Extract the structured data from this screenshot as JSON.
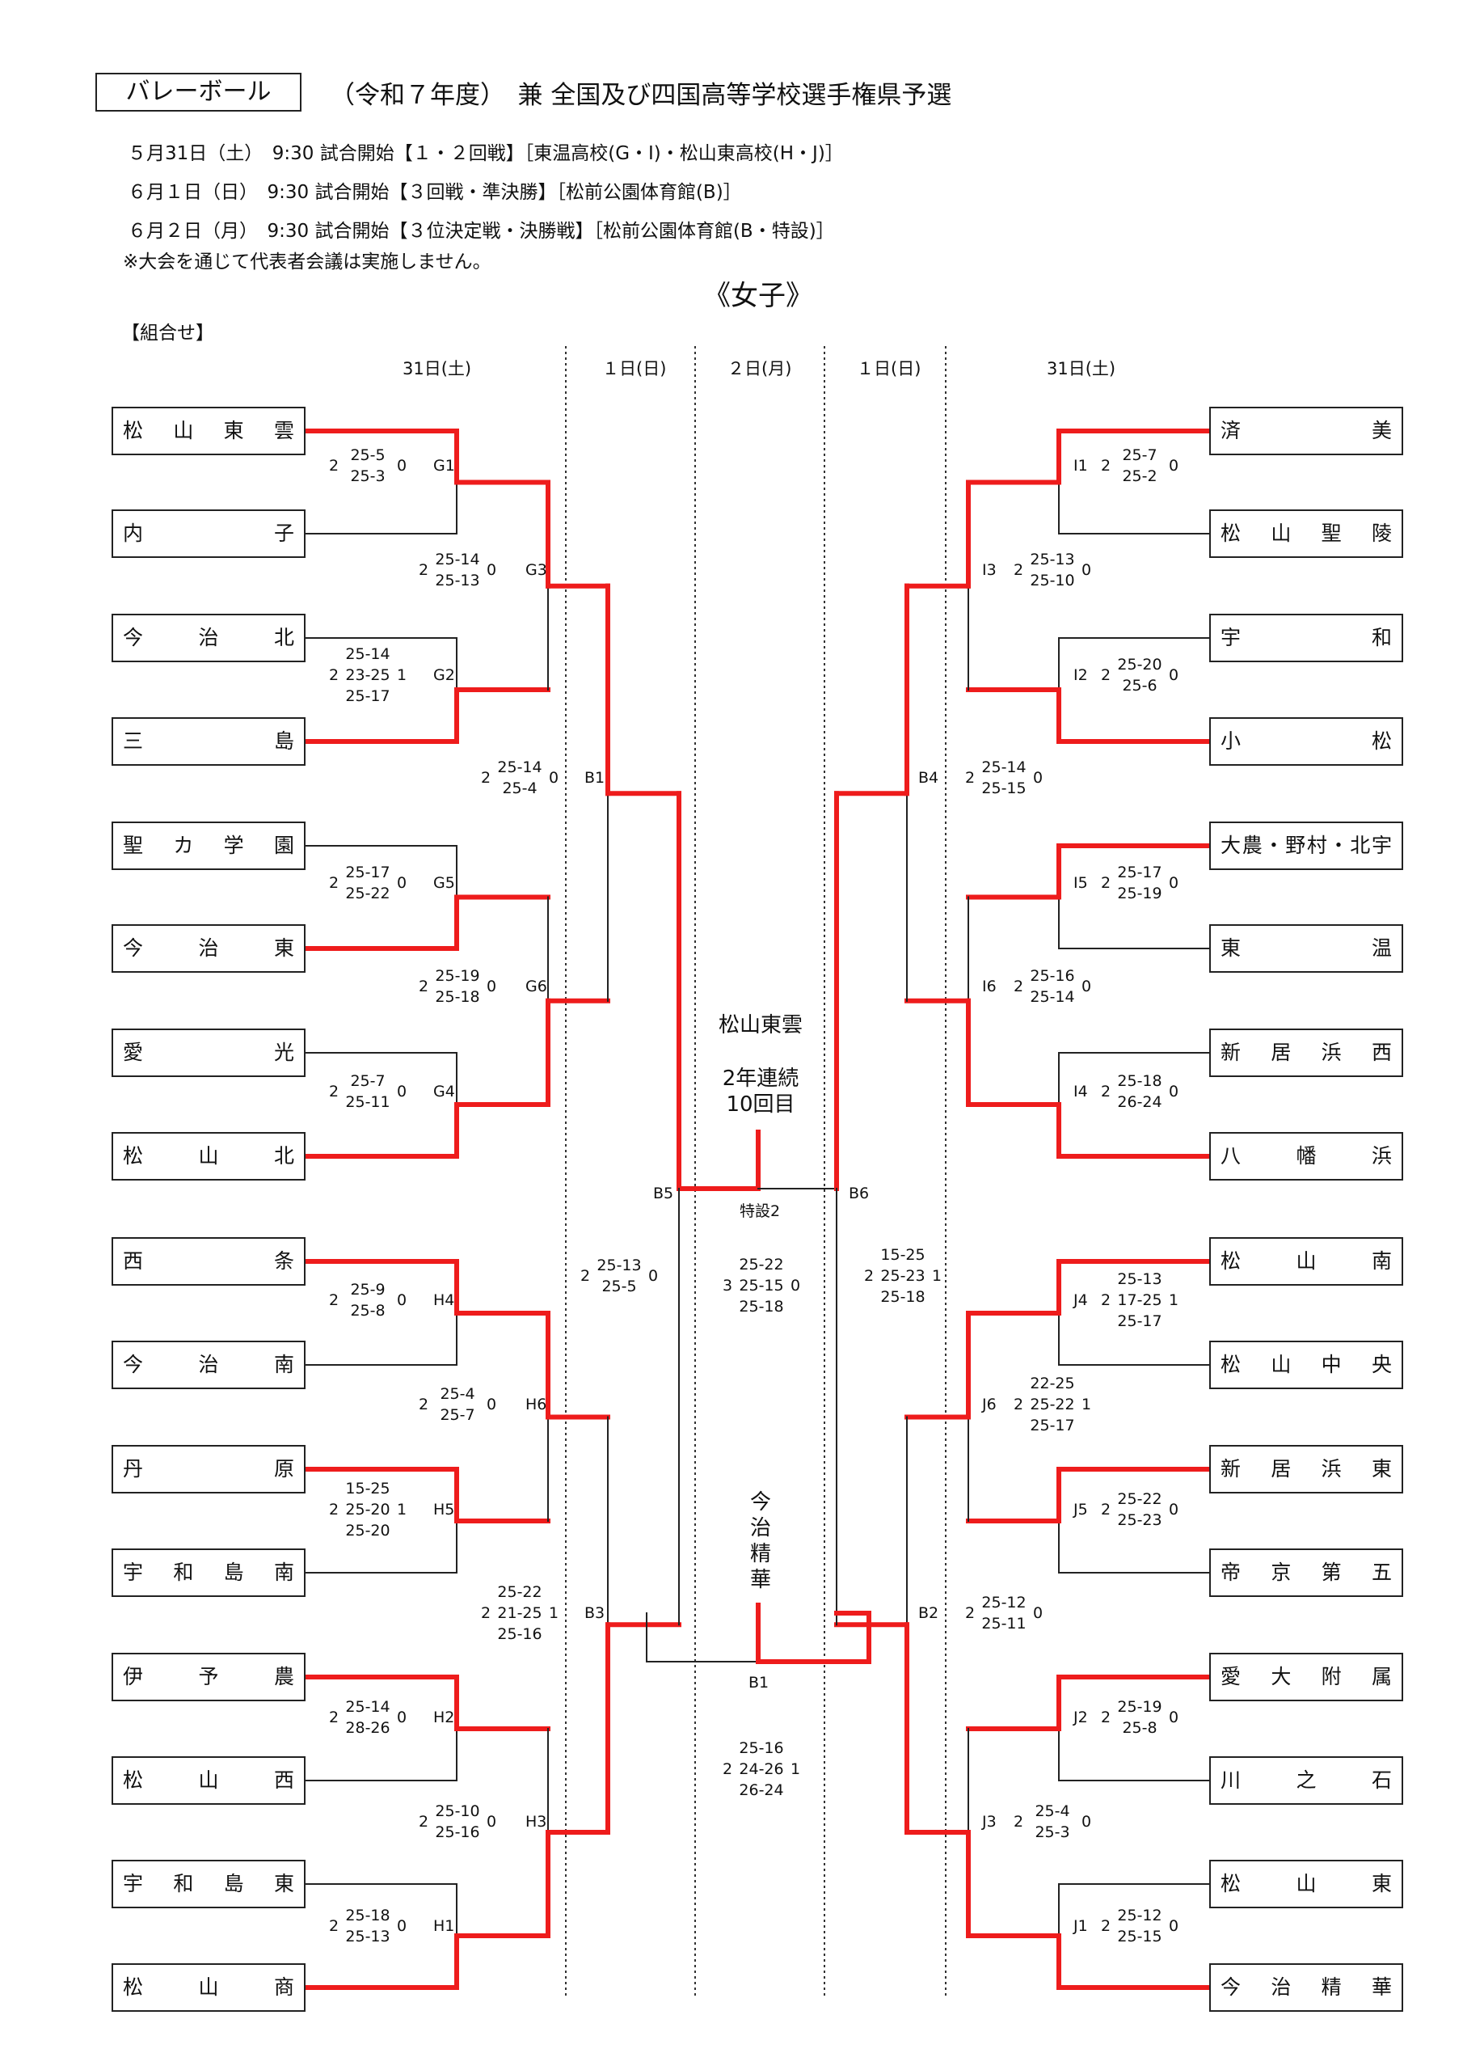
{
  "header": {
    "sport": "バレーボール",
    "title": "（令和７年度）　兼 全国及び四国高等学校選手権県予選",
    "schedule": [
      "５月31日（土）　9:30 試合開始【１・２回戦】［東温高校(G・I)・松山東高校(H・J)］",
      "６月１日（日）　9:30 試合開始【３回戦・準決勝】［松前公園体育館(B)］",
      "６月２日（月）　9:30 試合開始【３位決定戦・決勝戦】［松前公園体育館(B・特設)］"
    ],
    "note": "※大会を通じて代表者会議は実施しません。",
    "division": "《女子》",
    "combo_label": "【組合せ】"
  },
  "days": [
    "31日(土)",
    "１日(日)",
    "２日(月)",
    "１日(日)",
    "31日(土)"
  ],
  "teams_left": [
    "松　山　東　雲",
    "内　　　　　子",
    "今　治　北",
    "三　　　　　島",
    "聖　カ　学　園",
    "今　治　東",
    "愛　　　　　光",
    "松　山　北",
    "西　　　　　条",
    "今　治　南",
    "丹　　　　　原",
    "宇　和　島　南",
    "伊　予　農",
    "松　山　西",
    "宇　和　島　東",
    "松　山　商"
  ],
  "teams_right": [
    "済　　　　　美",
    "松　山　聖　陵",
    "宇　　　　　和",
    "小　　　　　松",
    "大農・野村・北宇",
    "東　　　　　温",
    "新　居　浜　西",
    "八　幡　浜",
    "松　山　南",
    "松　山　中　央",
    "新　居　浜　東",
    "帝　京　第　五",
    "愛　大　附　属",
    "川　之　石",
    "松　山　東",
    "今　治　精　華"
  ],
  "matches": {
    "G1": {
      "label": "G1",
      "winner_sets": "2",
      "loser_sets": "0",
      "sets": [
        "25-5",
        "25-3"
      ]
    },
    "G2": {
      "label": "G2",
      "winner_sets": "2",
      "loser_sets": "1",
      "sets": [
        "25-14",
        "23-25",
        "25-17"
      ]
    },
    "G5": {
      "label": "G5",
      "winner_sets": "2",
      "loser_sets": "0",
      "sets": [
        "25-17",
        "25-22"
      ]
    },
    "G4": {
      "label": "G4",
      "winner_sets": "2",
      "loser_sets": "0",
      "sets": [
        "25-7",
        "25-11"
      ]
    },
    "H4": {
      "label": "H4",
      "winner_sets": "2",
      "loser_sets": "0",
      "sets": [
        "25-9",
        "25-8"
      ]
    },
    "H5": {
      "label": "H5",
      "winner_sets": "2",
      "loser_sets": "1",
      "sets": [
        "15-25",
        "25-20",
        "25-20"
      ]
    },
    "H2": {
      "label": "H2",
      "winner_sets": "2",
      "loser_sets": "0",
      "sets": [
        "25-14",
        "28-26"
      ]
    },
    "H1": {
      "label": "H1",
      "winner_sets": "2",
      "loser_sets": "0",
      "sets": [
        "25-18",
        "25-13"
      ]
    },
    "G3": {
      "label": "G3",
      "winner_sets": "2",
      "loser_sets": "0",
      "sets": [
        "25-14",
        "25-13"
      ]
    },
    "G6": {
      "label": "G6",
      "winner_sets": "2",
      "loser_sets": "0",
      "sets": [
        "25-19",
        "25-18"
      ]
    },
    "H6": {
      "label": "H6",
      "winner_sets": "2",
      "loser_sets": "0",
      "sets": [
        "25-4",
        "25-7"
      ]
    },
    "H3": {
      "label": "H3",
      "winner_sets": "2",
      "loser_sets": "0",
      "sets": [
        "25-10",
        "25-16"
      ]
    },
    "B1L": {
      "label": "B1",
      "winner_sets": "2",
      "loser_sets": "0",
      "sets": [
        "25-14",
        "25-4"
      ]
    },
    "B3": {
      "label": "B3",
      "winner_sets": "2",
      "loser_sets": "1",
      "sets": [
        "25-22",
        "21-25",
        "25-16"
      ]
    },
    "B5": {
      "label": "B5",
      "winner_sets": "2",
      "loser_sets": "0",
      "sets": [
        "25-13",
        "25-5"
      ]
    },
    "I1": {
      "label": "I1",
      "winner_sets": "2",
      "loser_sets": "0",
      "sets": [
        "25-7",
        "25-2"
      ]
    },
    "I2": {
      "label": "I2",
      "winner_sets": "2",
      "loser_sets": "0",
      "sets": [
        "25-20",
        "25-6"
      ]
    },
    "I5": {
      "label": "I5",
      "winner_sets": "2",
      "loser_sets": "0",
      "sets": [
        "25-17",
        "25-19"
      ]
    },
    "I4": {
      "label": "I4",
      "winner_sets": "2",
      "loser_sets": "0",
      "sets": [
        "25-18",
        "26-24"
      ]
    },
    "J4": {
      "label": "J4",
      "winner_sets": "2",
      "loser_sets": "1",
      "sets": [
        "25-13",
        "17-25",
        "25-17"
      ]
    },
    "J5": {
      "label": "J5",
      "winner_sets": "2",
      "loser_sets": "0",
      "sets": [
        "25-22",
        "25-23"
      ]
    },
    "J2": {
      "label": "J2",
      "winner_sets": "2",
      "loser_sets": "0",
      "sets": [
        "25-19",
        "25-8"
      ]
    },
    "J1": {
      "label": "J1",
      "winner_sets": "2",
      "loser_sets": "0",
      "sets": [
        "25-12",
        "25-15"
      ]
    },
    "I3": {
      "label": "I3",
      "winner_sets": "2",
      "loser_sets": "0",
      "sets": [
        "25-13",
        "25-10"
      ]
    },
    "I6": {
      "label": "I6",
      "winner_sets": "2",
      "loser_sets": "0",
      "sets": [
        "25-16",
        "25-14"
      ]
    },
    "J6": {
      "label": "J6",
      "winner_sets": "2",
      "loser_sets": "1",
      "sets": [
        "22-25",
        "25-22",
        "25-17"
      ]
    },
    "J3": {
      "label": "J3",
      "winner_sets": "2",
      "loser_sets": "0",
      "sets": [
        "25-4",
        "25-3"
      ]
    },
    "B4": {
      "label": "B4",
      "winner_sets": "2",
      "loser_sets": "0",
      "sets": [
        "25-14",
        "25-15"
      ]
    },
    "B2": {
      "label": "B2",
      "winner_sets": "2",
      "loser_sets": "0",
      "sets": [
        "25-12",
        "25-11"
      ]
    },
    "B6": {
      "label": "B6",
      "winner_sets": "2",
      "loser_sets": "1",
      "sets": [
        "15-25",
        "25-23",
        "25-18"
      ]
    },
    "FINAL": {
      "label": "特設2",
      "left_sets": "3",
      "right_sets": "0",
      "sets": [
        "25-22",
        "25-15",
        "25-18"
      ]
    },
    "THIRD": {
      "label": "B1",
      "left_sets": "2",
      "right_sets": "1",
      "sets": [
        "25-16",
        "24-26",
        "26-24"
      ]
    }
  },
  "B5_label": "B5",
  "B6_label": "B6",
  "champion": {
    "name": "松山東雲",
    "streak": "2年連続",
    "count": "10回目"
  },
  "third_place": {
    "name": "今治精華"
  },
  "colors": {
    "win": "#ee1c1c",
    "line": "#222222"
  }
}
